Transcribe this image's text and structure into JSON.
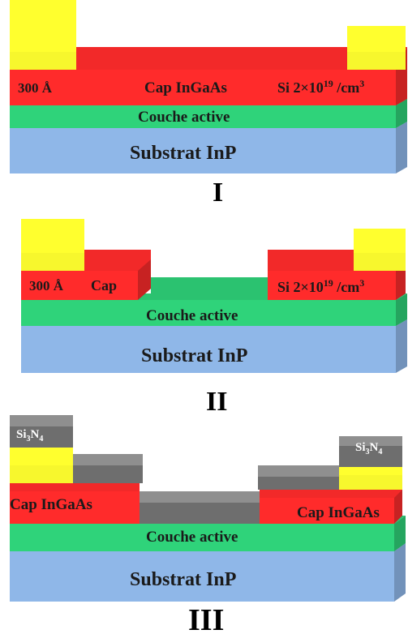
{
  "diagram": {
    "colors": {
      "substrate": "#8fb7e8",
      "active": "#2fd37a",
      "cap": "#ff2b2b",
      "contact": "#ffff2e",
      "nitride": "#6e6e6e"
    },
    "step1": {
      "caption": "I",
      "label_thickness": "300 Å",
      "label_cap": "Cap InGaAs",
      "label_doping": "Si 2×10",
      "doping_exp": "19",
      "doping_unit": " /cm",
      "unit_exp": "3",
      "label_active": "Couche active",
      "label_substrate": "Substrat  InP"
    },
    "step2": {
      "caption": "II",
      "label_thickness": "300 Å",
      "label_cap": "Cap",
      "label_doping": "Si 2×10",
      "doping_exp": "19",
      "doping_unit": " /cm",
      "unit_exp": "3",
      "label_active": "Couche active",
      "label_substrate": "Substrat  InP"
    },
    "step3": {
      "caption": "III",
      "nitride_main": "Si",
      "nitride_sub1": "3",
      "nitride_mid": "N",
      "nitride_sub2": "4",
      "label_cap_left": "Cap InGaAs",
      "label_cap_right": "Cap InGaAs",
      "label_active": "Couche active",
      "label_substrate": "Substrat  InP"
    }
  }
}
